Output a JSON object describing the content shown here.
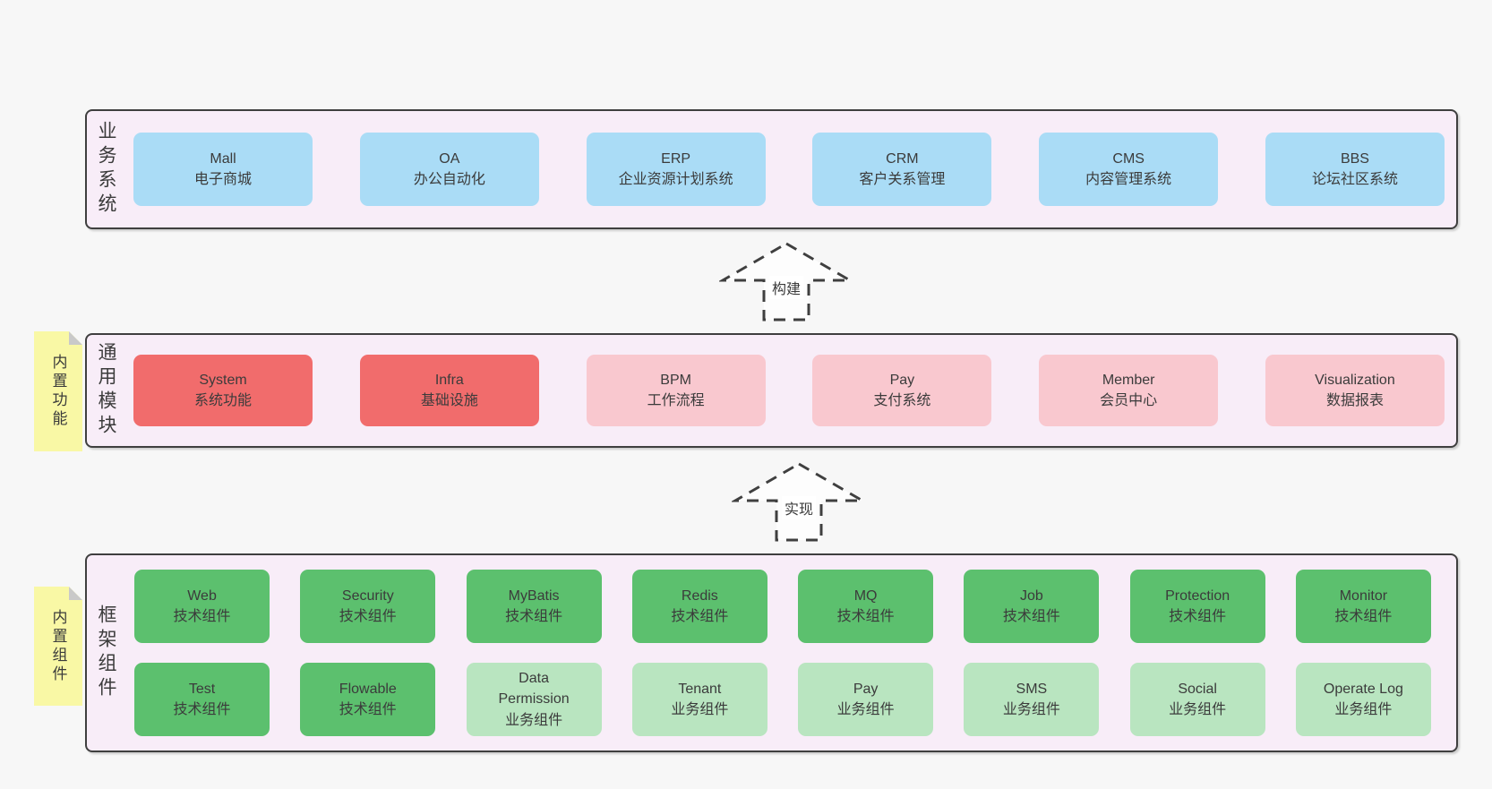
{
  "colors": {
    "background": "#f7f7f7",
    "band-fill": "#f8edf8",
    "band-border": "#3f3f3f",
    "text": "#3b3b3b",
    "blue": "#aadcf6",
    "red": "#f16c6c",
    "pink": "#f9c8cf",
    "green-dark": "#5cc06e",
    "green-light": "#b9e5c0",
    "note-yellow": "#f9f8a5",
    "note-fold": "#c9c9c9",
    "arrow-stroke": "#3f3f3f",
    "arrow-fill": "#fdfdfd"
  },
  "bands": [
    {
      "label": "业务系统",
      "boxes": [
        {
          "name": "Mall",
          "desc": "电子商城",
          "variant": "blue"
        },
        {
          "name": "OA",
          "desc": "办公自动化",
          "variant": "blue"
        },
        {
          "name": "ERP",
          "desc": "企业资源计划系统",
          "variant": "blue"
        },
        {
          "name": "CRM",
          "desc": "客户关系管理",
          "variant": "blue"
        },
        {
          "name": "CMS",
          "desc": "内容管理系统",
          "variant": "blue"
        },
        {
          "name": "BBS",
          "desc": "论坛社区系统",
          "variant": "blue"
        }
      ]
    },
    {
      "label": "通用模块",
      "note": "内置功能",
      "boxes": [
        {
          "name": "System",
          "desc": "系统功能",
          "variant": "red"
        },
        {
          "name": "Infra",
          "desc": "基础设施",
          "variant": "red"
        },
        {
          "name": "BPM",
          "desc": "工作流程",
          "variant": "pink"
        },
        {
          "name": "Pay",
          "desc": "支付系统",
          "variant": "pink"
        },
        {
          "name": "Member",
          "desc": "会员中心",
          "variant": "pink"
        },
        {
          "name": "Visualization",
          "desc": "数据报表",
          "variant": "pink"
        }
      ]
    },
    {
      "label": "框架组件",
      "note": "内置组件",
      "rows": [
        [
          {
            "name": "Web",
            "desc": "技术组件",
            "variant": "green-dark"
          },
          {
            "name": "Security",
            "desc": "技术组件",
            "variant": "green-dark"
          },
          {
            "name": "MyBatis",
            "desc": "技术组件",
            "variant": "green-dark"
          },
          {
            "name": "Redis",
            "desc": "技术组件",
            "variant": "green-dark"
          },
          {
            "name": "MQ",
            "desc": "技术组件",
            "variant": "green-dark"
          },
          {
            "name": "Job",
            "desc": "技术组件",
            "variant": "green-dark"
          },
          {
            "name": "Protection",
            "desc": "技术组件",
            "variant": "green-dark"
          },
          {
            "name": "Monitor",
            "desc": "技术组件",
            "variant": "green-dark"
          }
        ],
        [
          {
            "name": "Test",
            "desc": "技术组件",
            "variant": "green-dark"
          },
          {
            "name": "Flowable",
            "desc": "技术组件",
            "variant": "green-dark"
          },
          {
            "name": "Data Permission",
            "desc": "业务组件",
            "variant": "green-light"
          },
          {
            "name": "Tenant",
            "desc": "业务组件",
            "variant": "green-light"
          },
          {
            "name": "Pay",
            "desc": "业务组件",
            "variant": "green-light"
          },
          {
            "name": "SMS",
            "desc": "业务组件",
            "variant": "green-light"
          },
          {
            "name": "Social",
            "desc": "业务组件",
            "variant": "green-light"
          },
          {
            "name": "Operate Log",
            "desc": "业务组件",
            "variant": "green-light"
          }
        ]
      ]
    }
  ],
  "arrows": [
    {
      "label": "构建"
    },
    {
      "label": "实现"
    }
  ]
}
